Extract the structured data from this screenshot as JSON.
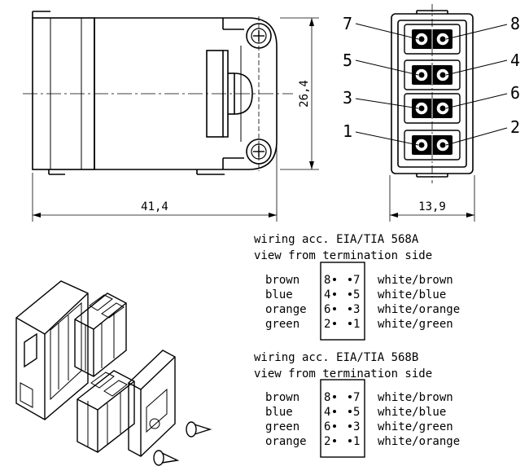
{
  "dimensions": {
    "width": "41,4",
    "height": "26,4",
    "front_width": "13,9"
  },
  "front_pin_labels": {
    "left": [
      "7",
      "5",
      "3",
      "1"
    ],
    "right": [
      "8",
      "4",
      "6",
      "2"
    ]
  },
  "wiring": [
    {
      "title": "wiring acc. EIA/TIA 568A",
      "subtitle": "view from termination side",
      "rows": [
        {
          "left_color": "brown",
          "pin_left": "8",
          "pin_right": "7",
          "right_color": "white/brown"
        },
        {
          "left_color": "blue",
          "pin_left": "4",
          "pin_right": "5",
          "right_color": "white/blue"
        },
        {
          "left_color": "orange",
          "pin_left": "6",
          "pin_right": "3",
          "right_color": "white/orange"
        },
        {
          "left_color": "green",
          "pin_left": "2",
          "pin_right": "1",
          "right_color": "white/green"
        }
      ]
    },
    {
      "title": "wiring acc. EIA/TIA 568B",
      "subtitle": "view from termination side",
      "rows": [
        {
          "left_color": "brown",
          "pin_left": "8",
          "pin_right": "7",
          "right_color": "white/brown"
        },
        {
          "left_color": "blue",
          "pin_left": "4",
          "pin_right": "5",
          "right_color": "white/blue"
        },
        {
          "left_color": "green",
          "pin_left": "6",
          "pin_right": "3",
          "right_color": "white/green"
        },
        {
          "left_color": "orange",
          "pin_left": "2",
          "pin_right": "1",
          "right_color": "white/orange"
        }
      ]
    }
  ]
}
